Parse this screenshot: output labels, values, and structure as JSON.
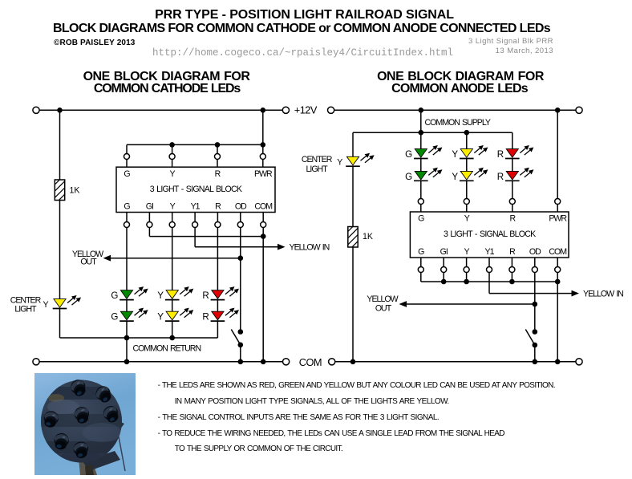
{
  "header": {
    "title": "PRR TYPE - POSITION LIGHT RAILROAD SIGNAL",
    "subtitle": "BLOCK DIAGRAMS FOR COMMON CATHODE or COMMON ANODE CONNECTED LEDs",
    "copyright": "©ROB PAISLEY 2013",
    "url": "http://home.cogeco.ca/~rpaisley4/CircuitIndex.html",
    "doc_name": "3 Light Signal Blk PRR",
    "doc_date": "13 March, 2013"
  },
  "left_diagram": {
    "heading1": "ONE BLOCK DIAGRAM FOR",
    "heading2": "COMMON CATHODE LEDs",
    "supply_terminal": "+12V",
    "ground_terminal": "COM",
    "resistor": "1K",
    "center_light1": "CENTER",
    "center_light2": "LIGHT",
    "center_led": "Y",
    "yellow_out1": "YELLOW",
    "yellow_out2": "OUT",
    "yellow_in": "YELLOW IN",
    "common_return": "COMMON RETURN",
    "block": {
      "title": "3 LIGHT - SIGNAL BLOCK",
      "top_pins": [
        "G",
        "Y",
        "R",
        "PWR"
      ],
      "bottom_pins": [
        "G",
        "GI",
        "Y",
        "Y1",
        "R",
        "OD",
        "COM"
      ]
    },
    "led_row1": [
      "G",
      "Y",
      "R"
    ],
    "led_row2": [
      "G",
      "Y",
      "R"
    ]
  },
  "right_diagram": {
    "heading1": "ONE BLOCK DIAGRAM FOR",
    "heading2": "COMMON ANODE LEDs",
    "common_supply": "COMMON SUPPLY",
    "resistor": "1K",
    "center_light1": "CENTER",
    "center_light2": "LIGHT",
    "center_led": "Y",
    "yellow_out1": "YELLOW",
    "yellow_out2": "OUT",
    "yellow_in": "YELLOW IN",
    "block": {
      "title": "3 LIGHT - SIGNAL BLOCK",
      "top_pins": [
        "G",
        "Y",
        "R",
        "PWR"
      ],
      "bottom_pins": [
        "G",
        "GI",
        "Y",
        "Y1",
        "R",
        "OD",
        "COM"
      ]
    },
    "led_row1": [
      "G",
      "Y",
      "R"
    ],
    "led_row2": [
      "G",
      "Y",
      "R"
    ]
  },
  "notes": {
    "lines": [
      "- THE LEDS ARE SHOWN AS RED, GREEN AND YELLOW BUT ANY COLOUR LED CAN BE USED AT ANY POSITION.",
      "IN MANY POSITION LIGHT TYPE SIGNALS, ALL OF THE LIGHTS ARE YELLOW.",
      "- THE SIGNAL CONTROL INPUTS ARE THE SAME AS FOR THE 3 LIGHT SIGNAL.",
      "- TO REDUCE THE WIRING NEEDED, THE LEDs CAN USE A SINGLE LEAD FROM THE SIGNAL HEAD",
      "TO THE SUPPLY OR COMMON OF THE CIRCUIT."
    ]
  },
  "colors": {
    "led_green": "#008800",
    "led_yellow": "#ffee00",
    "led_red": "#dd0000",
    "wire_black": "#000000",
    "gray_url": "#999999",
    "gray_meta": "#8a8a8a",
    "photo_sky": "#74aad6"
  },
  "photo": {
    "name": "position-light-signal-photo"
  }
}
